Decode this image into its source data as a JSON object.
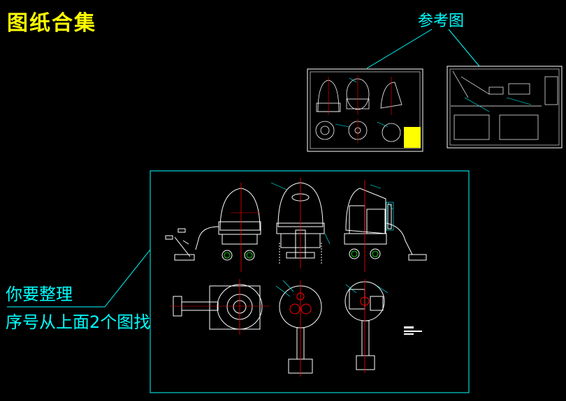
{
  "title": "图纸合集",
  "reference_label": "参考图",
  "note": {
    "line1": "你要整理",
    "line2": "序号从上面2个图找"
  },
  "colors": {
    "background": "#000000",
    "title": "#ffff00",
    "annotation": "#00ffff",
    "frame": "#ffffff",
    "centerline": "#ff0000",
    "part": "#ffffff"
  }
}
